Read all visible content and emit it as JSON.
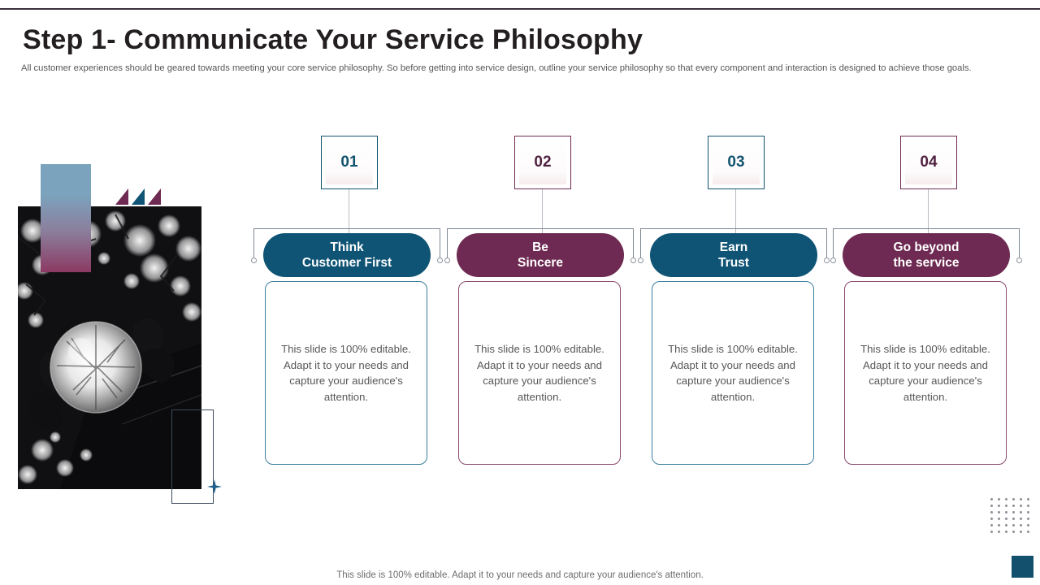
{
  "slide": {
    "title": "Step 1- Communicate Your Service Philosophy",
    "subtitle": "All customer experiences should be geared towards meeting your core service philosophy. So before getting into service design, outline your service philosophy so that every component and interaction is designed to achieve those goals.",
    "footer_note": "This slide is 100% editable. Adapt it to your needs and capture your audience's attention."
  },
  "colors": {
    "teal": "#0F5475",
    "plum": "#6E2A52",
    "teal_border": "#3B7E9E",
    "plum_border": "#8A4A6D",
    "title_text": "#231F20",
    "body_text": "#575757",
    "connector": "#B7BCC3",
    "corner_square": "#13506E",
    "dot_grid": "#8E8E97",
    "top_rule": "#3A2F3A"
  },
  "decorations": {
    "gradient_panel": {
      "from": "#7BA3BD",
      "to": "#8B3A62"
    },
    "triangles": [
      {
        "name": "triangle-accent-plum-left",
        "color": "#6E2A52"
      },
      {
        "name": "triangle-accent-teal-middle",
        "color": "#0F5475"
      },
      {
        "name": "triangle-accent-plum-right",
        "color": "#6E2A52"
      }
    ],
    "outline_rect_color": "#3B4A5A",
    "sparkle_color": "#1E5F8C",
    "photo_alt": "Black and white photo of a hand holding a glass sphere reflecting trees"
  },
  "columns": [
    {
      "number": "01",
      "title_line1": "Think",
      "title_line2": "Customer First",
      "body": "This slide is 100% editable. Adapt it to your needs and capture your audience's attention.",
      "theme": "teal"
    },
    {
      "number": "02",
      "title_line1": "Be",
      "title_line2": "Sincere",
      "body": "This slide is 100% editable. Adapt it to your needs and capture your audience's attention.",
      "theme": "plum"
    },
    {
      "number": "03",
      "title_line1": "Earn",
      "title_line2": "Trust",
      "body": "This slide is 100% editable. Adapt it to your needs and capture your audience's attention.",
      "theme": "teal"
    },
    {
      "number": "04",
      "title_line1": "Go beyond",
      "title_line2": "the service",
      "body": "This slide is 100% editable. Adapt it to your needs and capture your audience's attention.",
      "theme": "plum"
    }
  ]
}
